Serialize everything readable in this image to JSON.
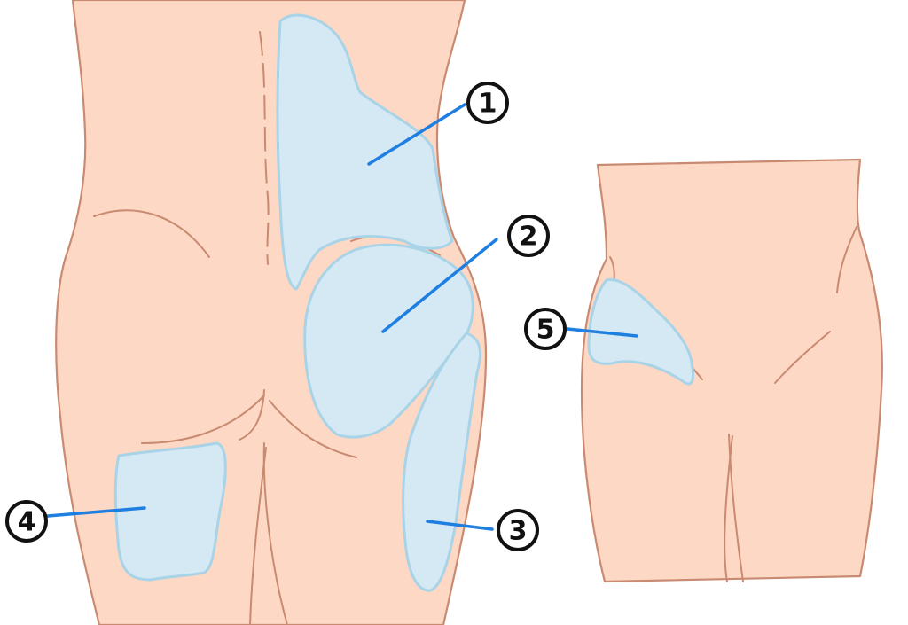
{
  "colors": {
    "skin_fill": "#fdd8c4",
    "skin_outline": "#c98a72",
    "region_fill": "#d5e9f5",
    "region_outline": "#a9d3e6",
    "leader_line": "#1f7fe0",
    "marker_outline": "#111111"
  },
  "markers": [
    {
      "id": "1",
      "label": "1"
    },
    {
      "id": "2",
      "label": "2"
    },
    {
      "id": "3",
      "label": "3"
    },
    {
      "id": "4",
      "label": "4"
    },
    {
      "id": "5",
      "label": "5"
    }
  ]
}
